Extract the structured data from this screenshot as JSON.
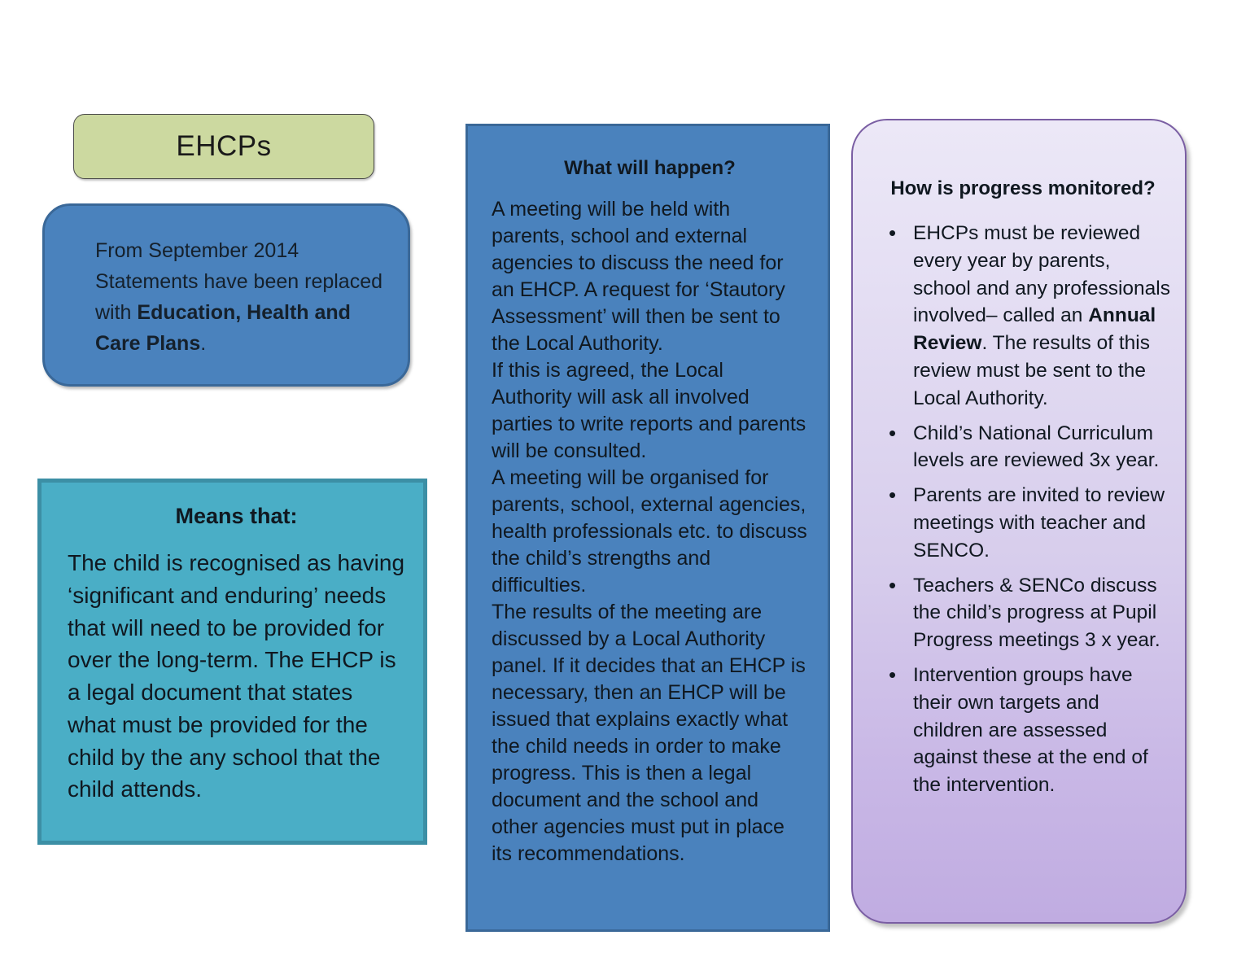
{
  "poster": {
    "title": "EHCPs",
    "intro": {
      "text_before_bold": "From September 2014 Statements have been replaced with ",
      "bold_text": "Education, Health and Care Plans",
      "text_after_bold": "."
    },
    "means": {
      "heading": "Means that:",
      "body": "The child is recognised as having ‘significant and enduring’ needs that will need to be provided for over the long-term. The EHCP is a legal document that states what must be provided for the child by the any school that the child attends."
    },
    "happen": {
      "heading": "What will happen?",
      "paragraphs": [
        "A meeting will be held with parents, school and external agencies to discuss the need for an EHCP. A request for ‘Stautory Assessment’ will then be sent to the Local Authority.",
        "If this is agreed, the Local Authority will ask all involved parties to write reports and parents will be consulted.",
        "A meeting will be organised for parents, school, external agencies, health professionals etc. to discuss the child’s strengths and difficulties.",
        "The results of the meeting are discussed by a Local Authority panel. If it decides that an EHCP is necessary, then an EHCP will be issued that explains exactly what the child needs in order to make progress. This is then a legal document and the school and other agencies must put in place its recommendations."
      ]
    },
    "monitor": {
      "heading": "How is progress monitored?",
      "bullets": [
        {
          "text_before_bold": "EHCPs must be reviewed every year by parents, school and any professionals involved– called an ",
          "bold_text": "Annual Review",
          "text_after_bold": ". The results of this review must be sent to the Local Authority."
        },
        {
          "text_before_bold": "Child’s National Curriculum levels are reviewed 3x year.",
          "bold_text": "",
          "text_after_bold": ""
        },
        {
          "text_before_bold": "Parents are invited to review meetings with teacher and SENCO.",
          "bold_text": "",
          "text_after_bold": ""
        },
        {
          "text_before_bold": "Teachers & SENCo discuss the child’s progress at Pupil Progress meetings 3 x year.",
          "bold_text": "",
          "text_after_bold": ""
        },
        {
          "text_before_bold": "Intervention groups have their own targets and children are assessed against these at the end of the intervention.",
          "bold_text": "",
          "text_after_bold": ""
        }
      ]
    }
  },
  "colors": {
    "title_box_fill": "#ccd9a0",
    "blue_fill": "#4a82bd",
    "blue_border": "#3a6898",
    "teal_fill": "#4aaec6",
    "teal_border": "#3c8fa5",
    "purple_gradient_top": "#ece8f7",
    "purple_gradient_bottom": "#c0ace1",
    "purple_border": "#7a5ea3",
    "text": "#101820"
  }
}
